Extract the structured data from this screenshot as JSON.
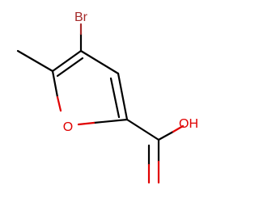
{
  "molecule": {
    "atoms": {
      "bromine": {
        "label": "Br",
        "color": "#a52a2a"
      },
      "ring_oxygen": {
        "label": "O",
        "color": "#e00000"
      },
      "hydroxyl": {
        "label": "OH",
        "color": "#e00000"
      }
    },
    "colors": {
      "carbon_bond": "#000000",
      "oxygen": "#e00000",
      "bromine": "#a52a2a"
    }
  }
}
